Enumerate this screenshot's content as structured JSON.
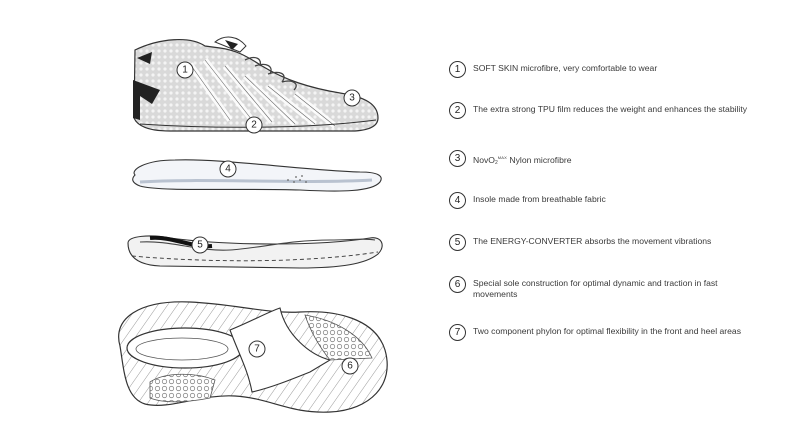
{
  "features": [
    {
      "num": "1",
      "text": "SOFT SKIN microfibre, very comfortable to wear"
    },
    {
      "num": "2",
      "text": "The extra strong TPU film reduces the weight and enhances the stability"
    },
    {
      "num": "3",
      "text_pre": "NovO",
      "text_sub": "2",
      "text_sup": "MAX",
      "text_post": " Nylon microfibre"
    },
    {
      "num": "4",
      "text": "Insole made from breathable fabric"
    },
    {
      "num": "5",
      "text": "The ENERGY-CONVERTER absorbs the movement vibrations"
    },
    {
      "num": "6",
      "text": "Special sole construction for optimal dynamic and traction in fast movements"
    },
    {
      "num": "7",
      "text": "Two component phylon for optimal flexibility in the front and heel areas"
    }
  ],
  "callouts": [
    "1",
    "2",
    "3",
    "4",
    "5",
    "6",
    "7"
  ]
}
